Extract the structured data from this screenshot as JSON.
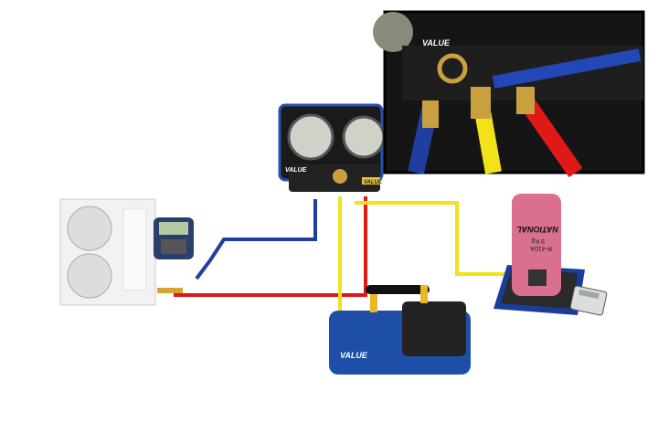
{
  "labels": {
    "manifold_brand": "VALUE",
    "manifold_brand_2": "VALUE",
    "inset_brand": "VALUE",
    "pump_brand": "VALUE",
    "cylinder_brand": "NATIONAL",
    "refrigerant": "R-410A",
    "weight": "9 Kg"
  },
  "colors": {
    "low_side_hose": "#1f3fa0",
    "high_side_hose": "#e01818",
    "service_hose": "#f2e21a",
    "cylinder": "#d9708f",
    "pump_body": "#1d4fa8"
  }
}
